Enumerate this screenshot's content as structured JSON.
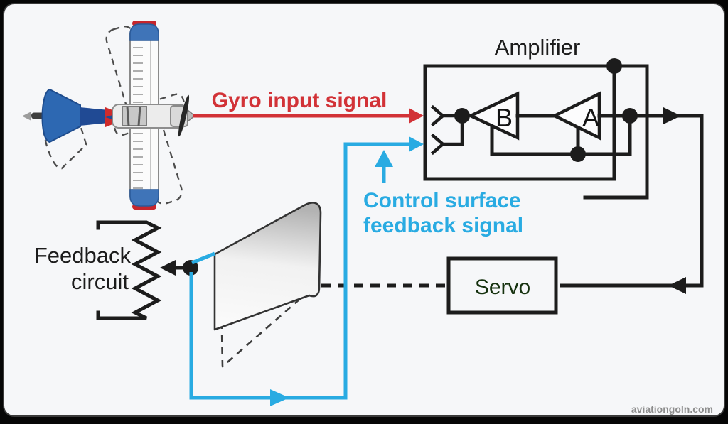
{
  "labels": {
    "amplifier": "Amplifier",
    "gyro_input_signal": "Gyro input signal",
    "control_surface_feedback_line1": "Control surface",
    "control_surface_feedback_line2": "feedback signal",
    "feedback_circuit_line1": "Feedback",
    "feedback_circuit_line2": "circuit",
    "servo": "Servo",
    "amplifier_stage_b": "B",
    "amplifier_stage_a": "A"
  },
  "watermark": "aviationgoln.com",
  "colors": {
    "signal_red": "#d23237",
    "signal_cyan": "#29abe2",
    "servo_fill": "#aed06a",
    "servo_text": "#16320f",
    "line_black": "#1c1c1c",
    "watermark_gray": "#8c8c8c",
    "canvas_bg": "#f6f7f9"
  },
  "illustrations": {
    "aircraft": "top-view-airplane-with-dashed-yaw-ghost",
    "control_surface": "3d-control-surface-with-dashed-deflected-ghost",
    "resistor": "potentiometer-zigzag-with-wiper-arrow"
  }
}
